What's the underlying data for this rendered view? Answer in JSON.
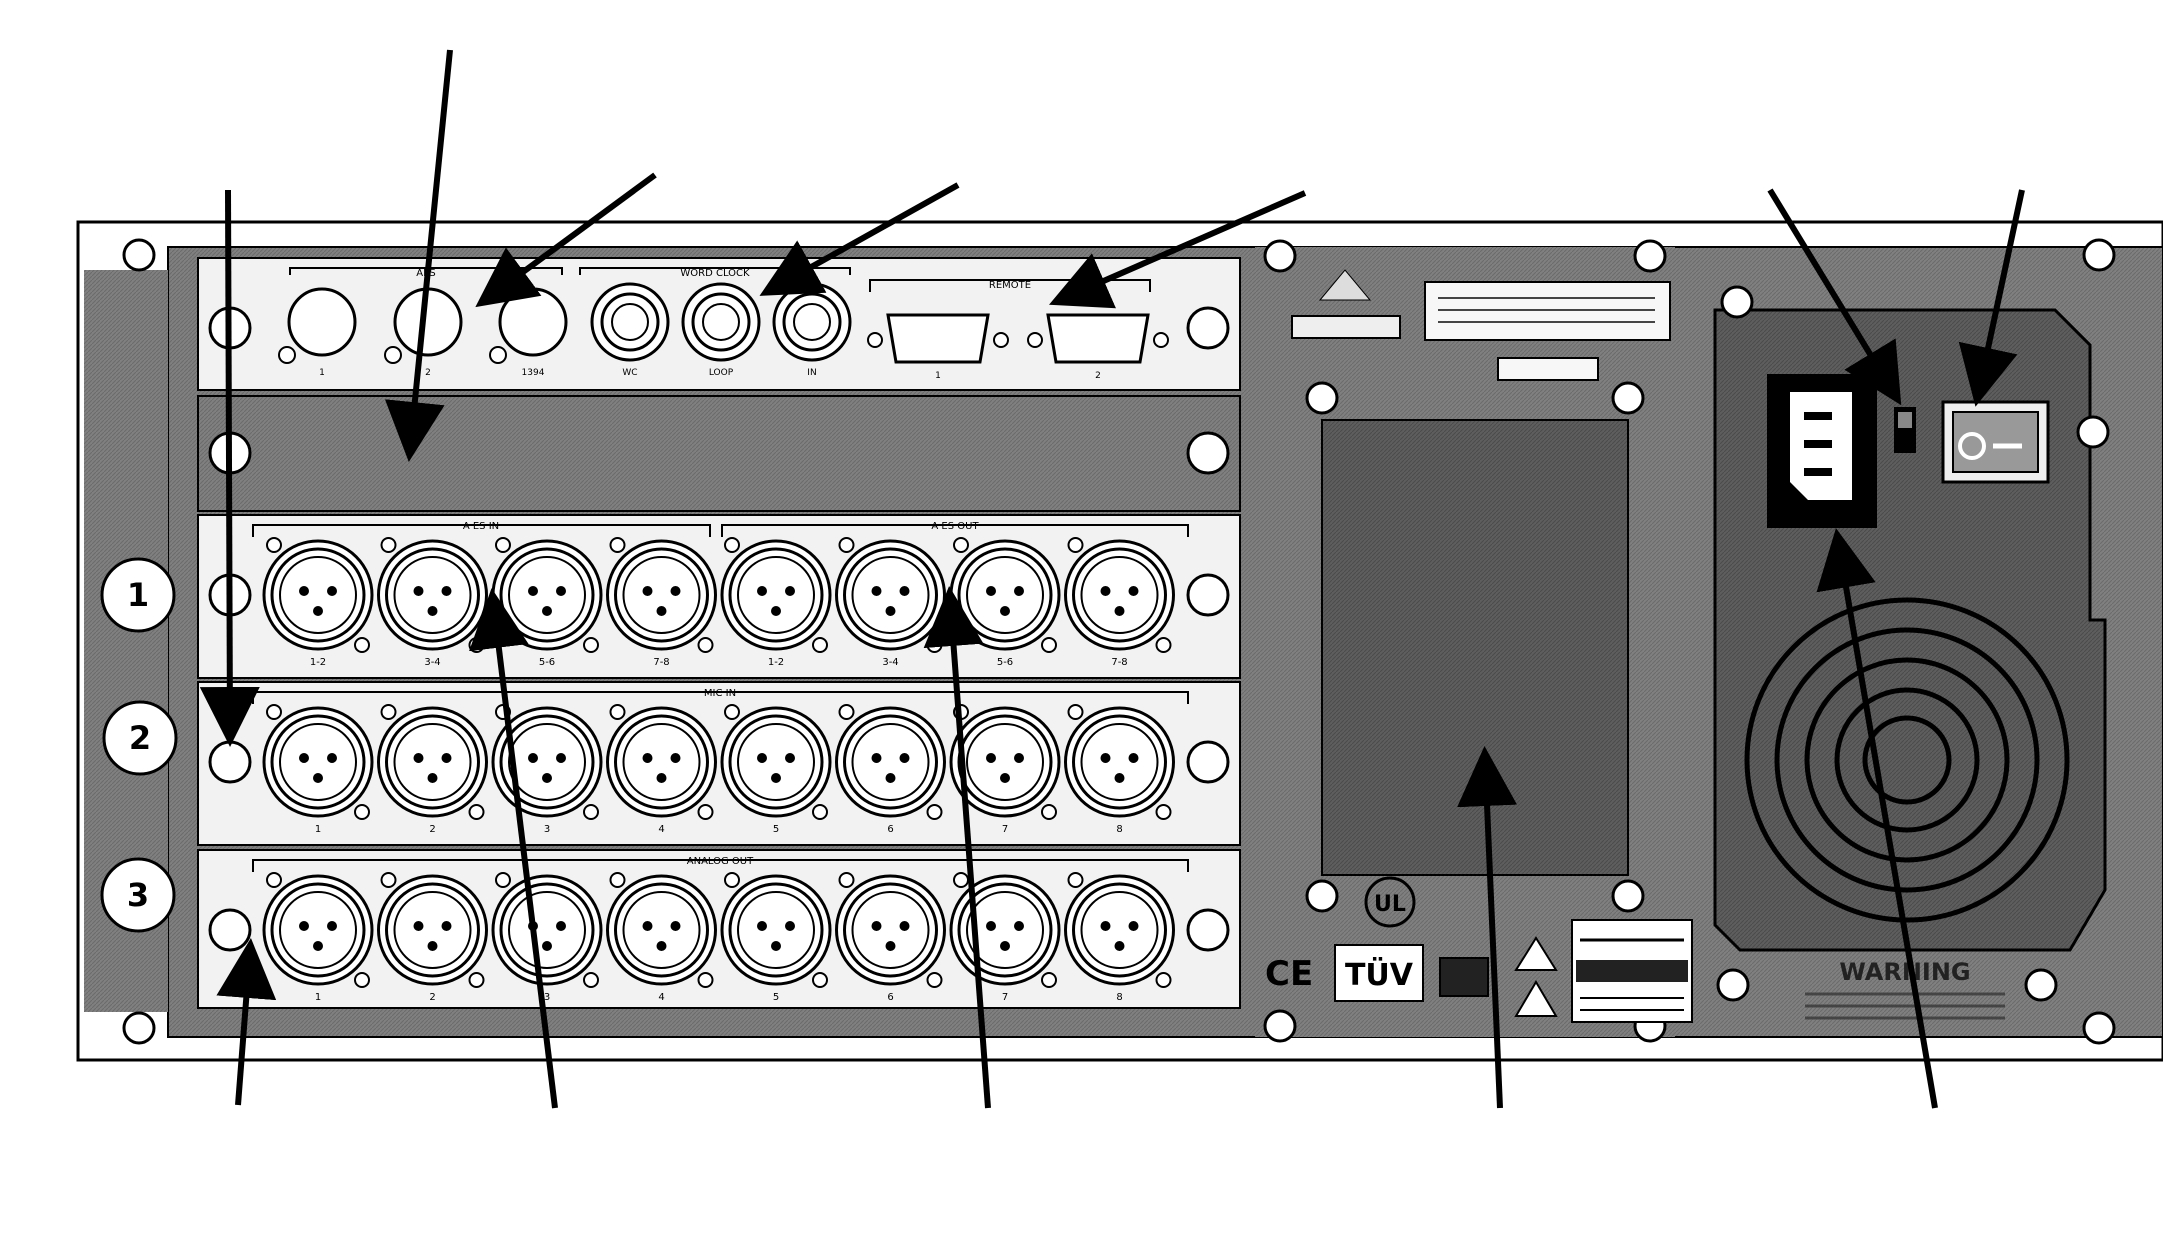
{
  "slot_labels": [
    "1",
    "2",
    "3"
  ],
  "callout_count": 12,
  "panels": {
    "top_io_module": {
      "groups": [
        "AES",
        "WORD CLOCK",
        "REMOTE"
      ],
      "bnc_labels": [
        "1",
        "2",
        "1394"
      ],
      "wordclock_labels": [
        "WC",
        "LOOP",
        "IN"
      ],
      "remote_labels": [
        "1",
        "2"
      ]
    },
    "blank_module": {},
    "analog_io_row1": {
      "headers": [
        "A ES IN",
        "A ES OUT"
      ],
      "xlr_count": 8,
      "jack_labels": [
        "1-2",
        "3-4",
        "5-6",
        "7-8",
        "1-2",
        "3-4",
        "5-6",
        "7-8"
      ]
    },
    "analog_io_row2": {
      "headers": [
        "MIC IN"
      ],
      "xlr_count": 8,
      "jack_labels": [
        "1",
        "2",
        "3",
        "4",
        "5",
        "6",
        "7",
        "8"
      ]
    },
    "analog_io_row3": {
      "headers": [
        "ANALOG OUT"
      ],
      "xlr_count": 8,
      "jack_labels": [
        "1",
        "2",
        "3",
        "4",
        "5",
        "6",
        "7",
        "8"
      ]
    },
    "center_panel": {
      "logos": [
        "CE",
        "TÜV"
      ]
    },
    "power_panel": {
      "warning_title": "WARNING"
    }
  },
  "colors": {
    "chassis": "#7d7d7d",
    "panel_dark": "#6b6b6b",
    "module": "#f2f2f2",
    "line": "#000000",
    "background": "#ffffff"
  }
}
